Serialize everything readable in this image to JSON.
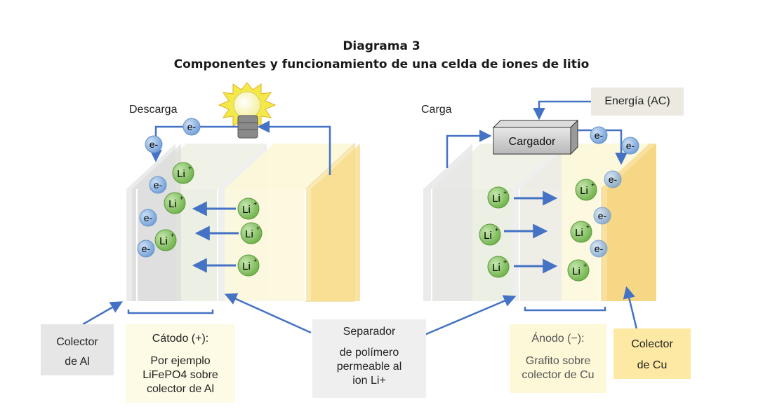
{
  "title": {
    "line1": "Diagrama 3",
    "line2": "Componentes y funcionamiento de una celda de iones de litio"
  },
  "discharge": {
    "label": "Descarga"
  },
  "charge": {
    "label": "Carga",
    "charger_label": "Cargador",
    "energy_label": "Energía (AC)"
  },
  "ions": {
    "li": "Li",
    "plus": "+",
    "electron": "e-"
  },
  "boxes": {
    "al_collector": {
      "line1": "Colector",
      "line2": "de Al"
    },
    "cathode": {
      "line1": "Cátodo (+):",
      "line2": "Por ejemplo",
      "line3": "LiFePO4 sobre",
      "line4": "colector de Al"
    },
    "separator": {
      "line1": "Separador",
      "line2": "de polímero",
      "line3": "permeable al",
      "line4": "ion Li+"
    },
    "anode": {
      "line1": "Ánodo (−):",
      "line2": "Grafito sobre",
      "line3": "colector de Cu"
    },
    "cu_collector": {
      "line1": "Colector",
      "line2": "de Cu"
    }
  },
  "colors": {
    "arrow": "#4472c4",
    "li_fill": "#8cc96a",
    "electron_fill": "#8db4e2",
    "anode_panel": "#f7dc8a",
    "cathode_panel": "#d7dad2",
    "box_gray": "#e6e6e6",
    "box_cream": "#fdfbe6",
    "box_yellow": "#fdeaa0"
  }
}
